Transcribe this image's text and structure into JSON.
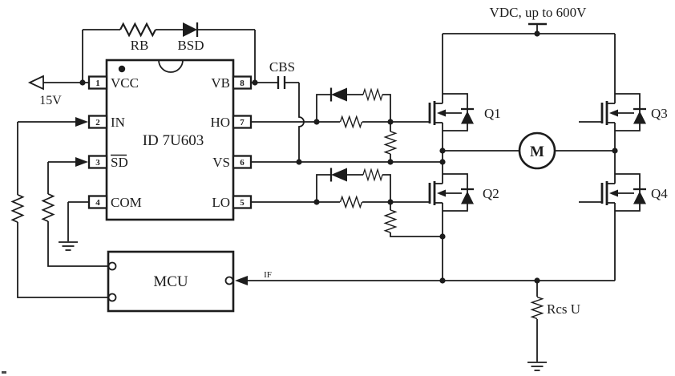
{
  "labels": {
    "supply_15v": "15V",
    "rb": "RB",
    "bsd": "BSD",
    "cbs": "CBS",
    "vdc": "VDC, up to 600V",
    "motor": "M",
    "rcs": "Rcs U",
    "mcu": "MCU",
    "if_signal": "IF",
    "q1": "Q1",
    "q2": "Q2",
    "q3": "Q3",
    "q4": "Q4"
  },
  "ic": {
    "part_number": "ID 7U603",
    "pins_left": [
      {
        "number": "1",
        "name": "VCC"
      },
      {
        "number": "2",
        "name": "IN"
      },
      {
        "number": "3",
        "name": "SD"
      },
      {
        "number": "4",
        "name": "COM"
      }
    ],
    "pins_right": [
      {
        "number": "8",
        "name": "VB"
      },
      {
        "number": "7",
        "name": "HO"
      },
      {
        "number": "6",
        "name": "VS"
      },
      {
        "number": "5",
        "name": "LO"
      }
    ]
  },
  "colors": {
    "wire": "#1c1c1c",
    "background": "#ffffff"
  }
}
